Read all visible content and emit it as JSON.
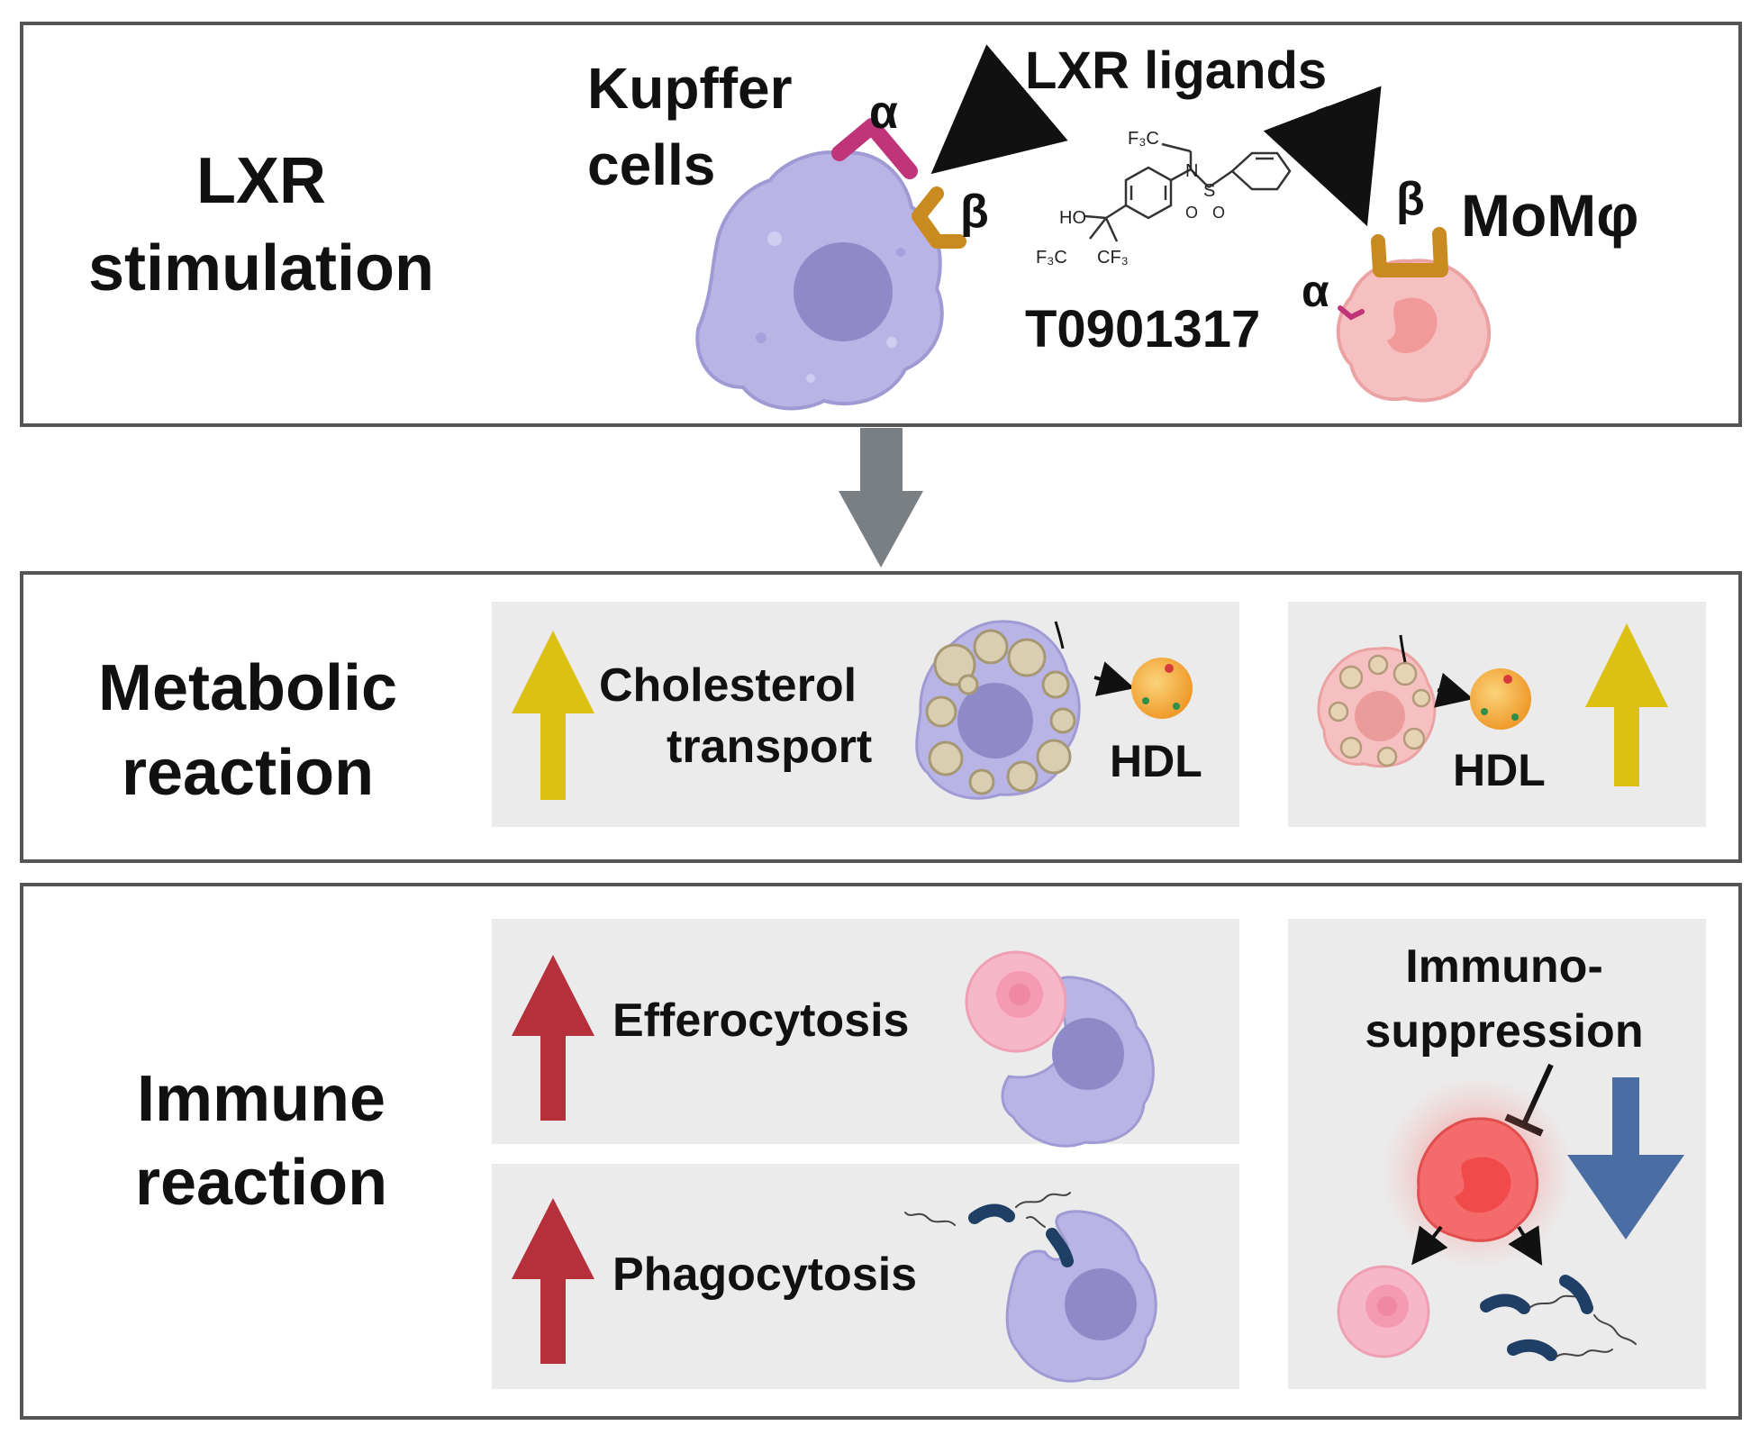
{
  "panels": {
    "stimulation": {
      "label_line1": "LXR",
      "label_line2": "stimulation",
      "kupffer_line1": "Kupffer",
      "kupffer_line2": "cells",
      "ligands": "LXR ligands",
      "momphi": "MoMφ",
      "compound": "T0901317",
      "alpha": "α",
      "beta": "β",
      "chem": {
        "f3c": "F₃C",
        "n": "N",
        "s": "S",
        "o": "O",
        "ho": "HO",
        "cf3": "CF₃"
      }
    },
    "metabolic": {
      "label_line1": "Metabolic",
      "label_line2": "reaction",
      "cholesterol_line1": "Cholesterol",
      "cholesterol_line2": "transport",
      "hdl": "HDL"
    },
    "immune": {
      "label_line1": "Immune",
      "label_line2": "reaction",
      "efferocytosis": "Efferocytosis",
      "phagocytosis": "Phagocytosis",
      "immuno_line1": "Immuno-",
      "immuno_line2": "suppression"
    }
  },
  "colors": {
    "panel_border": "#555555",
    "subpanel_bg": "#ebebeb",
    "kupffer": "#b8b4e6",
    "kupffer_nucleus": "#8f8ac7",
    "momphi": "#f7b7b7",
    "lxr_alpha": "#c0347a",
    "lxr_beta": "#c98a1f",
    "up_yellow": "#dcc114",
    "up_red": "#b5303a",
    "down_blue": "#4a6ea3",
    "flow_arrow": "#7a7f84",
    "hdl": "#f2a93b"
  }
}
